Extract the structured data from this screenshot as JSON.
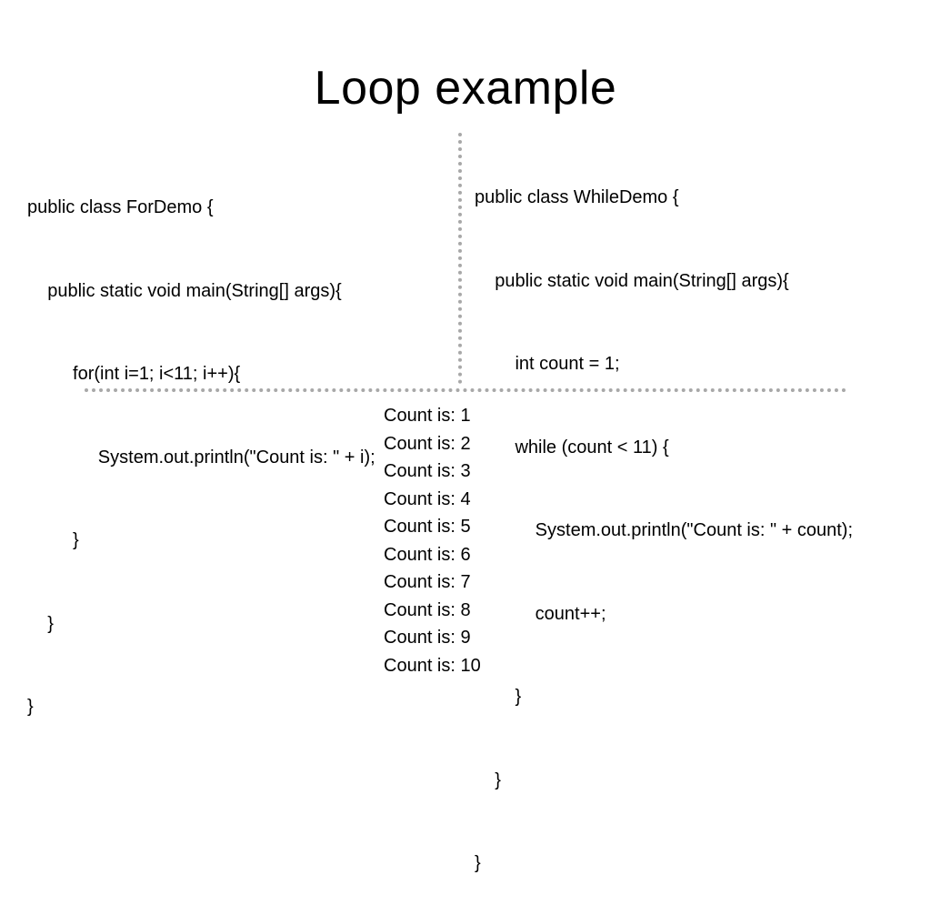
{
  "slide": {
    "title": "Loop example"
  },
  "for_demo": {
    "lines": [
      "public class ForDemo {",
      "    public static void main(String[] args){",
      "         for(int i=1; i<11; i++){",
      "              System.out.println(\"Count is: \" + i);",
      "         }",
      "    }",
      "}"
    ]
  },
  "while_demo": {
    "lines": [
      "public class WhileDemo {",
      "    public static void main(String[] args){",
      "        int count = 1;",
      "        while (count < 11) {",
      "            System.out.println(\"Count is: \" + count);",
      "            count++;",
      "        }",
      "    }",
      "}"
    ]
  },
  "output": {
    "lines": [
      "Count is: 1",
      "Count is: 2",
      "Count is: 3",
      "Count is: 4",
      "Count is: 5",
      "Count is: 6",
      "Count is: 7",
      "Count is: 8",
      "Count is: 9",
      "Count is: 10"
    ]
  }
}
